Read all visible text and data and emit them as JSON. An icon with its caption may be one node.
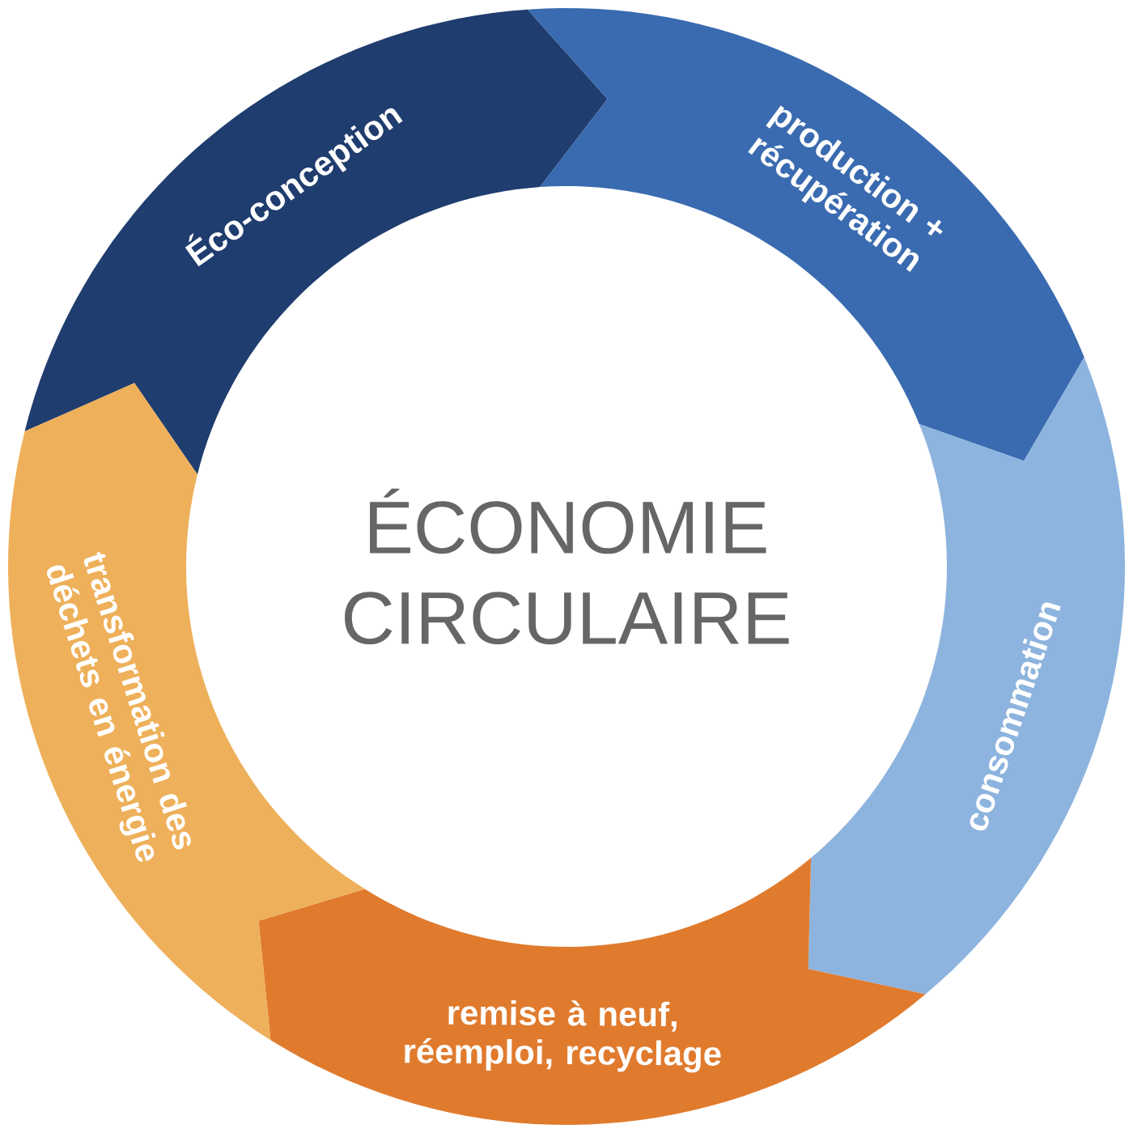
{
  "diagram": {
    "nodes": [
      {
        "text": [
          "ÉCONOMIE CIRCULAIRE"
        ]
      },
      {
        "text": [
          "Éco-conception"
        ]
      },
      {
        "text": [
          "production + récupération"
        ]
      },
      {
        "text": [
          "consommation"
        ]
      },
      {
        "text": [
          "remise à neuf, réemploi, recyclage"
        ]
      },
      {
        "text": [
          "transformation des déchets en énergie"
        ]
      }
    ]
  }
}
